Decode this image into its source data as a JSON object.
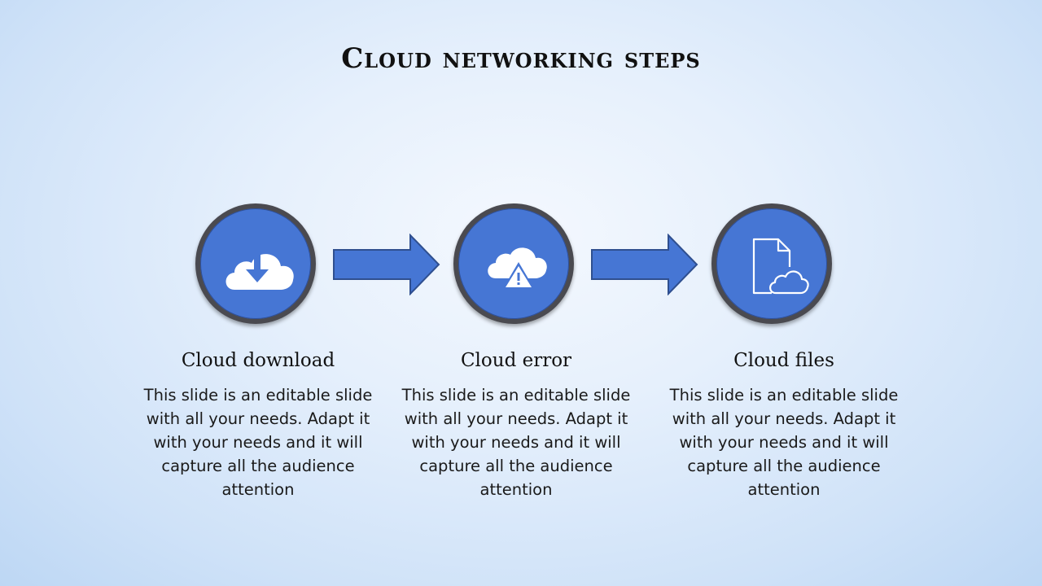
{
  "slide": {
    "title": "Cloud networking steps"
  },
  "colors": {
    "circle_fill": "#4676d4",
    "circle_border": "#4a4a50",
    "arrow_fill": "#4676d4",
    "icon_color": "#ffffff"
  },
  "steps": [
    {
      "heading": "Cloud download",
      "icon": "cloud-download-icon",
      "body": "This slide is an editable slide with all your needs. Adapt it with your needs and it will capture all the audience attention"
    },
    {
      "heading": "Cloud error",
      "icon": "cloud-error-icon",
      "body": "This slide is an editable slide with all your needs. Adapt it with your needs and it will capture all the audience attention"
    },
    {
      "heading": "Cloud files",
      "icon": "cloud-files-icon",
      "body": "This slide is an editable slide with all your needs. Adapt it with your needs and it will capture all the audience attention"
    }
  ]
}
